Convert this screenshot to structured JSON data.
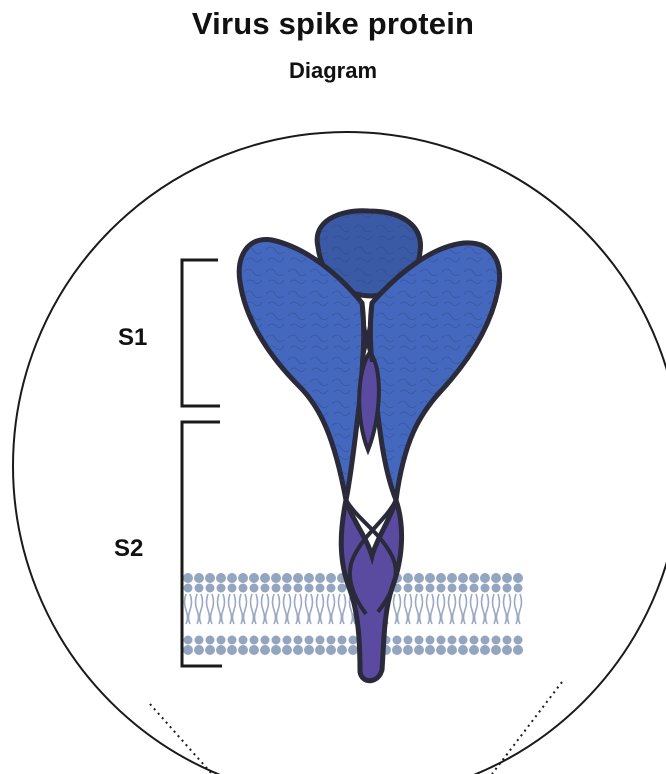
{
  "title": "Virus spike protein",
  "subtitle": "Diagram",
  "labels": {
    "s1": "S1",
    "s2": "S2"
  },
  "colors": {
    "spike_fill": "#4468bd",
    "spike_head": "#3a5aa6",
    "spike_stalk": "#5a4ba0",
    "outline": "#2a2a3a",
    "lipid_head": "#94a6bf",
    "background": "#ffffff"
  }
}
